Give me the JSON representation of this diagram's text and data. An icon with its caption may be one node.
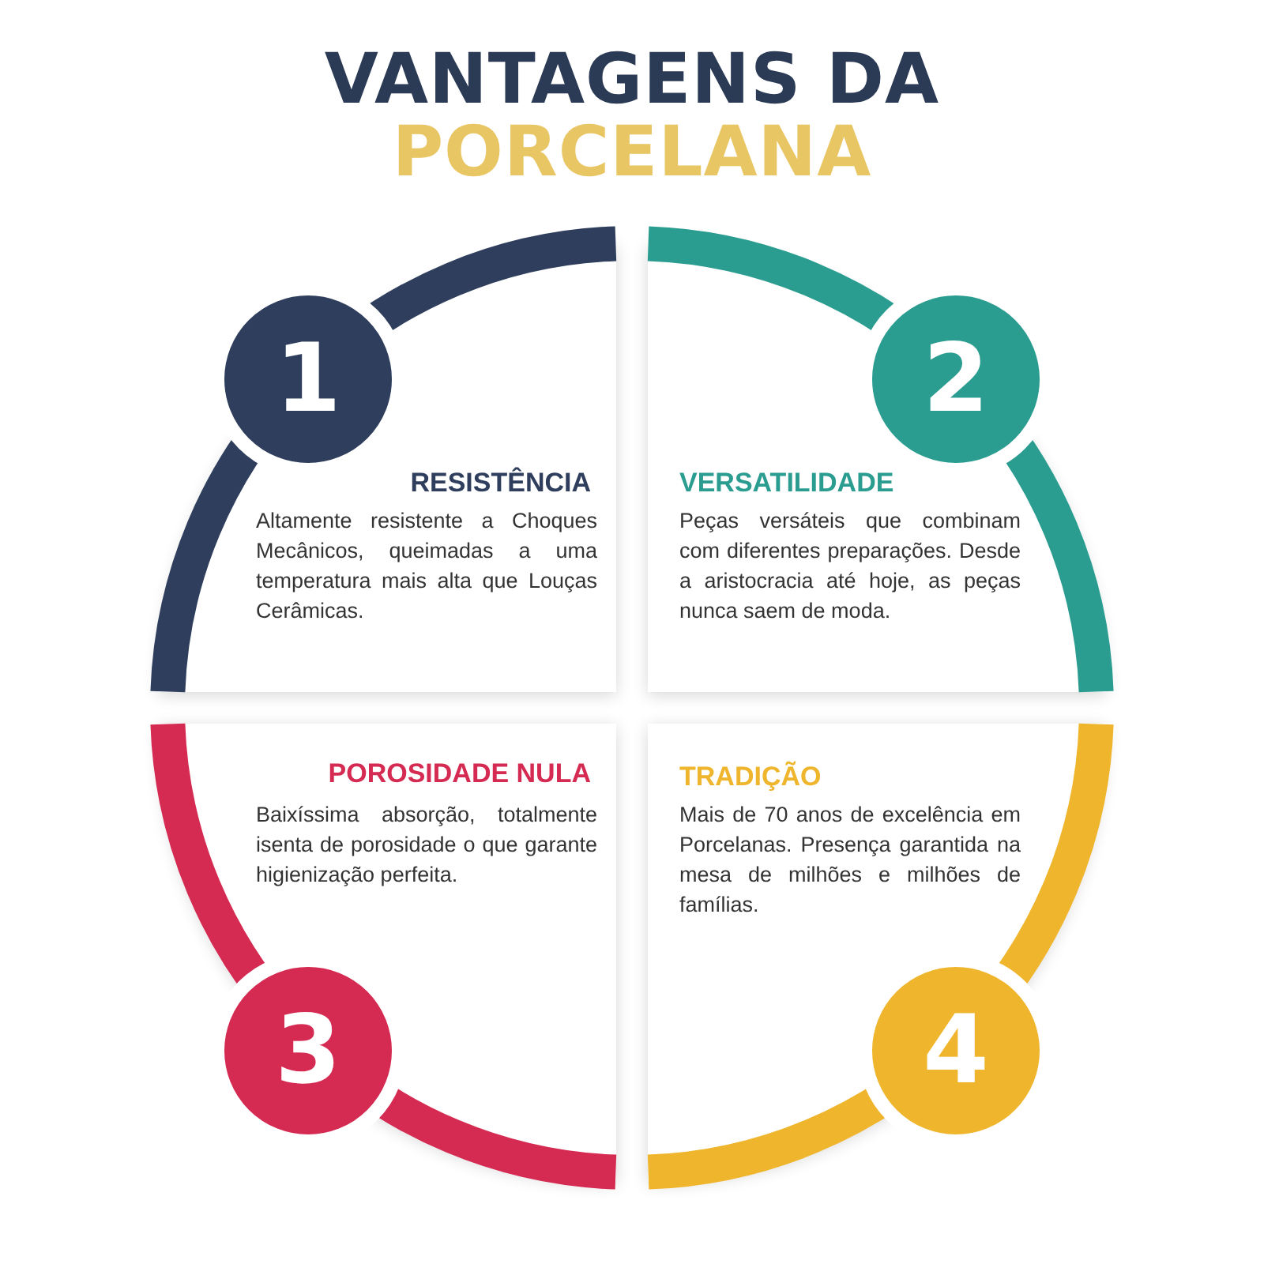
{
  "diagram": {
    "title": "VANTAGENS DA PORCELANA",
    "nodes": [
      {
        "text": [
          "RESISTÊNCIA",
          "Altamente resistente a Choques Mecânicos, queimadas a uma temperatura mais alta que Louças Cerâmicas."
        ]
      },
      {
        "text": [
          "1"
        ],
        "in": 0
      },
      {
        "text": [
          "VERSATILIDADE",
          "Peças versáteis que combinam com diferentes preparações. Desde a aristocracia até hoje, as peças nunca saem de moda."
        ]
      },
      {
        "text": [
          "2"
        ],
        "in": 2
      },
      {
        "text": [
          "POROSIDADE NULA",
          "Baixíssima absorção, totalmente isenta de porosidade o que garante higienização perfeita."
        ]
      },
      {
        "text": [
          "3"
        ],
        "in": 4
      },
      {
        "text": [
          "TRADIÇÃO",
          "Mais de 70 anos de excelência em Porcelanas. Presença garantida na mesa de milhões e milhões de famílias."
        ]
      },
      {
        "text": [
          "4"
        ],
        "in": 6
      }
    ]
  }
}
